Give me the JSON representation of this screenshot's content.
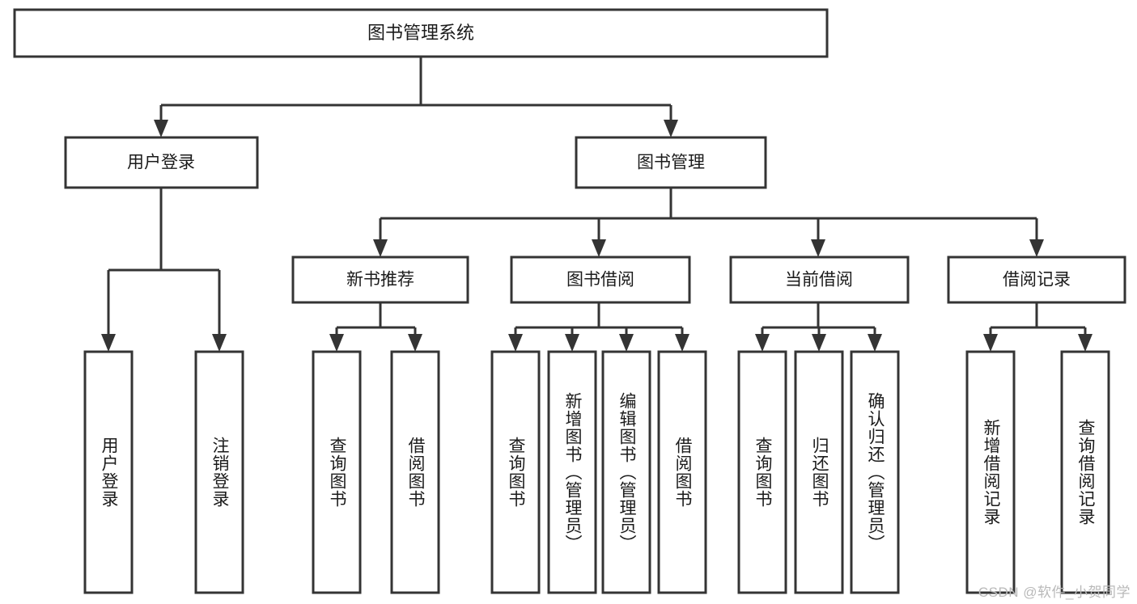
{
  "diagram": {
    "title": "图书管理系统",
    "watermark": "CSDN @软件_小贺同学",
    "colors": {
      "stroke": "#343434",
      "fill": "#ffffff",
      "text": "#1b1b1b",
      "watermark": "#b9b9b9"
    },
    "root": {
      "label": "图书管理系统"
    },
    "level2": [
      {
        "label": "用户登录"
      },
      {
        "label": "图书管理"
      }
    ],
    "level3": [
      {
        "label": "新书推荐"
      },
      {
        "label": "图书借阅"
      },
      {
        "label": "当前借阅"
      },
      {
        "label": "借阅记录"
      }
    ],
    "leaves": {
      "user_login": [
        {
          "label": "用户登录"
        },
        {
          "label": "注销登录"
        }
      ],
      "new_book_recommend": [
        {
          "label": "查询图书"
        },
        {
          "label": "借阅图书"
        }
      ],
      "book_borrow": [
        {
          "label": "查询图书"
        },
        {
          "label": "新增图书（管理员）"
        },
        {
          "label": "编辑图书（管理员）"
        },
        {
          "label": "借阅图书"
        }
      ],
      "current_borrow": [
        {
          "label": "查询图书"
        },
        {
          "label": "归还图书"
        },
        {
          "label": "确认归还（管理员）"
        }
      ],
      "borrow_record": [
        {
          "label": "新增借阅记录"
        },
        {
          "label": "查询借阅记录"
        }
      ]
    }
  }
}
